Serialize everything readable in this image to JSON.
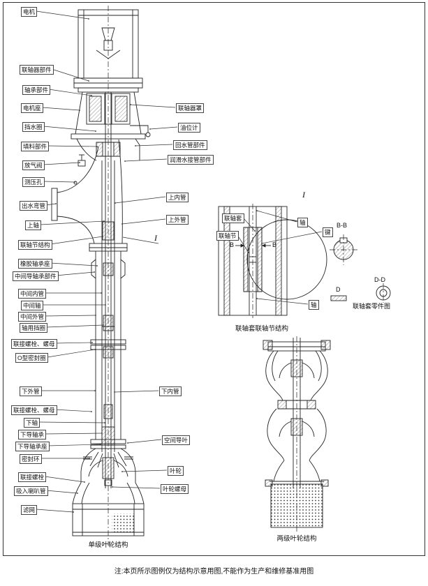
{
  "colors": {
    "ink": "#222222",
    "background": "#ffffff"
  },
  "note": "注:本页所示图例仅为结构示意用图,不能作为生产和维修基准用图",
  "main_figure": {
    "caption": "单级叶轮结构",
    "section_mark": "I",
    "left_labels": [
      "电机",
      "联轴器部件",
      "轴承部件",
      "电机座",
      "挡水圈",
      "填料部件",
      "放气阀",
      "测压孔",
      "出水弯管",
      "上轴",
      "联轴节结构",
      "橡胶轴承座",
      "中间导轴承部件",
      "中间内管",
      "中间轴",
      "中间外管",
      "轴用挡圈",
      "联接螺栓、螺母",
      "O型密封圈",
      "下外管",
      "联接螺栓、螺母",
      "下轴",
      "下导轴承",
      "下导轴承座",
      "密封环",
      "联接螺栓",
      "吸入喇叭管",
      "滤网"
    ],
    "right_labels": [
      "联轴器罩",
      "油位计",
      "回水管部件",
      "润滑水接管部件",
      "上内管",
      "上外管",
      "下内管",
      "空间导叶",
      "叶轮",
      "叶轮螺母"
    ]
  },
  "coupling_detail": {
    "section_mark": "I",
    "caption": "联轴套联轴节结构",
    "part_caption": "联轴套零件图",
    "labels": {
      "sleeve": "联轴套",
      "joint": "联轴节",
      "shaft_top": "轴",
      "key": "键",
      "shaft_bottom": "轴"
    },
    "marks": {
      "b_left": "B",
      "b_right": "B",
      "bb": "B-B",
      "d": "D",
      "dd": "D-D"
    }
  },
  "impeller_detail": {
    "caption": "两级叶轮结构"
  }
}
